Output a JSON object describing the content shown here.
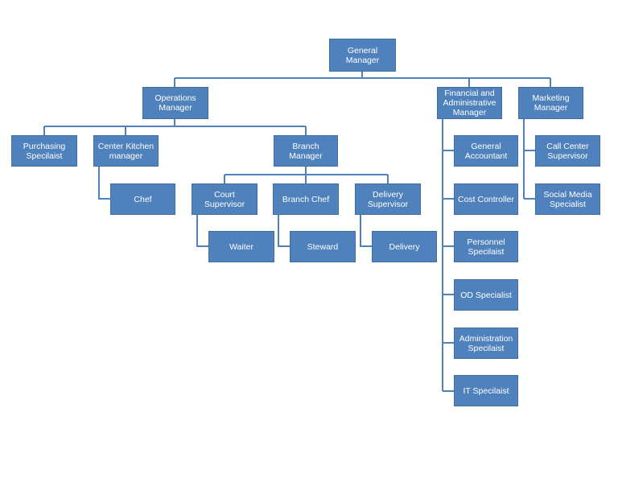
{
  "colors": {
    "box_fill": "#4f81bd",
    "box_border": "#41709f",
    "connector": "#4f81bd",
    "text": "#ffffff"
  },
  "nodes": {
    "general_manager": "General Manager",
    "operations_manager": "Operations\nManager",
    "financial_admin_manager": "Financial and\nAdministrative\nManager",
    "marketing_manager": "Marketing\nManager",
    "purchasing_specialist": "Purchasing\nSpecilaist",
    "center_kitchen_manager": "Center Kitchen\nmanager",
    "branch_manager": "Branch Manager",
    "chef": "Chef",
    "court_supervisor": "Court Supervisor",
    "branch_chef": "Branch Chef",
    "delivery_supervisor": "Delivery\nSupervisor",
    "waiter": "Waiter",
    "steward": "Steward",
    "delivery": "Delivery",
    "general_accountant": "General\nAccountant",
    "cost_controller": "Cost Controller",
    "personnel_specialist": "Personnel\nSpecilaist",
    "od_specialist": "OD Specialist",
    "administration_specialist": "Administration\nSpecilaist",
    "it_specialist": "IT Specilaist",
    "call_center_supervisor": "Call Center\nSupervisor",
    "social_media_specialist": "Social Media\nSpecialist"
  }
}
